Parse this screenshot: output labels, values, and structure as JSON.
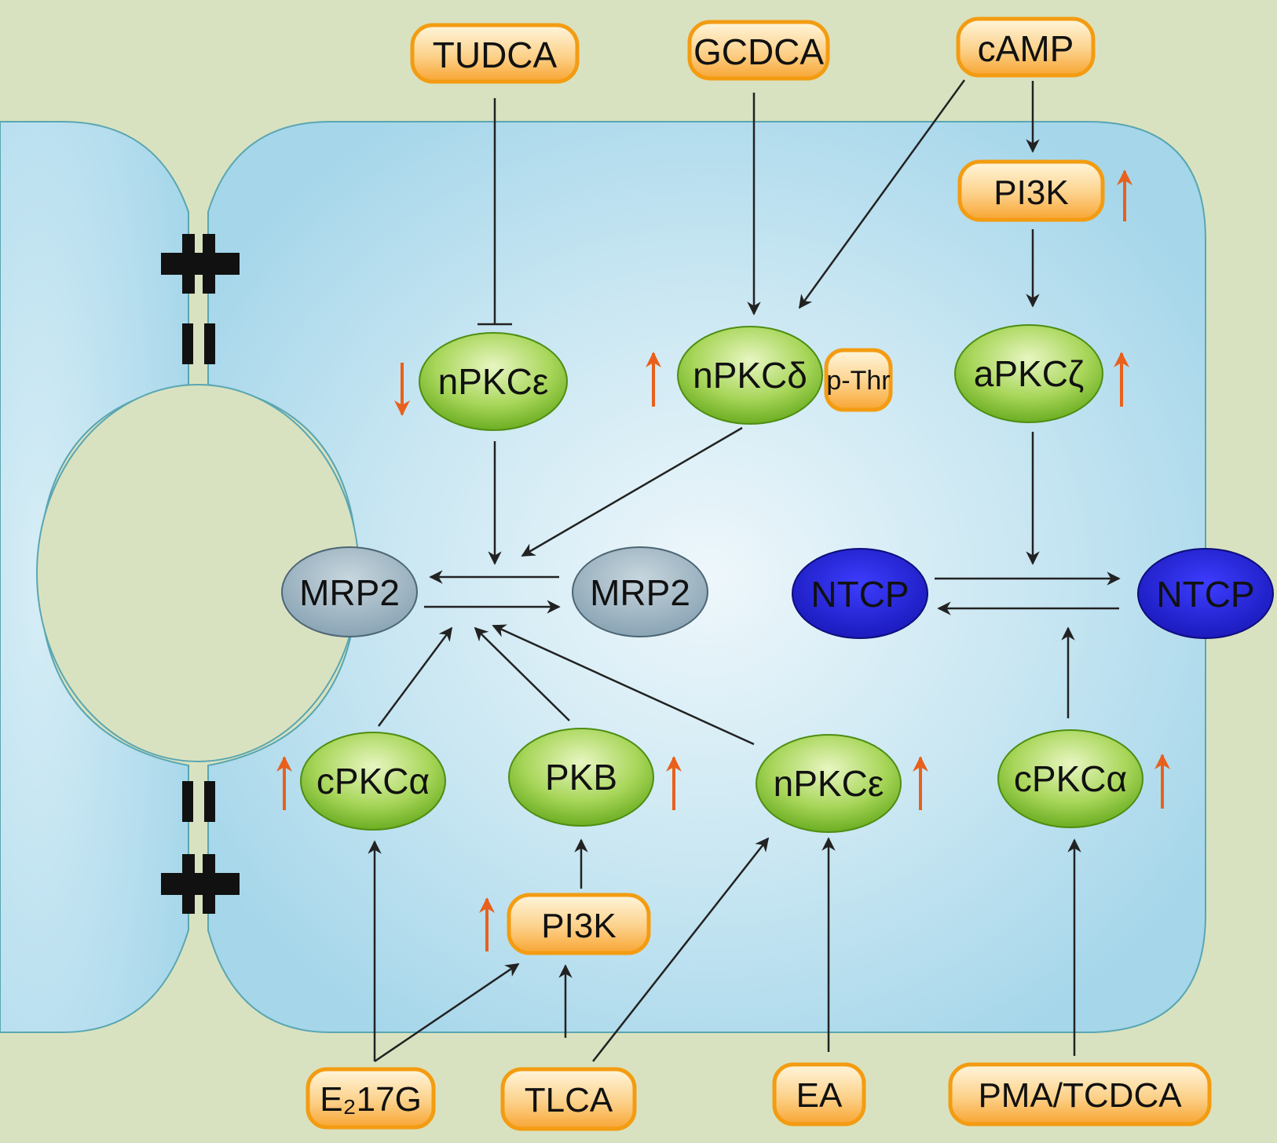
{
  "stimuli": {
    "tudca": "TUDCA",
    "gcdca": "GCDCA",
    "camp": "cAMP",
    "e217g": "E₂17G",
    "tlca": "TLCA",
    "ea": "EA",
    "pma_tcdca": "PMA/TCDCA"
  },
  "kinases": {
    "pi3k_top": "PI3K",
    "pi3k_bottom": "PI3K",
    "npkc_epsilon_top": "nPKCε",
    "npkc_delta": "nPKCδ",
    "p_thr": "p-Thr",
    "apkc_zeta": "aPKCζ",
    "cpkc_alpha_left": "cPKCα",
    "pkb": "PKB",
    "npkc_epsilon_bottom": "nPKCε",
    "cpkc_alpha_right": "cPKCα"
  },
  "transporters": {
    "mrp2_membrane": "MRP2",
    "mrp2_internal": "MRP2",
    "ntcp_internal": "NTCP",
    "ntcp_membrane": "NTCP"
  },
  "colors": {
    "background": "#d9e2c0",
    "cell_fill": "#a8d8ea",
    "stimulus_box": "#f8a532",
    "kinase": "#7cbf2e",
    "mrp2": "#8fa9b8",
    "ntcp": "#2a2ad0",
    "increase_arrow": "#e8601c"
  }
}
